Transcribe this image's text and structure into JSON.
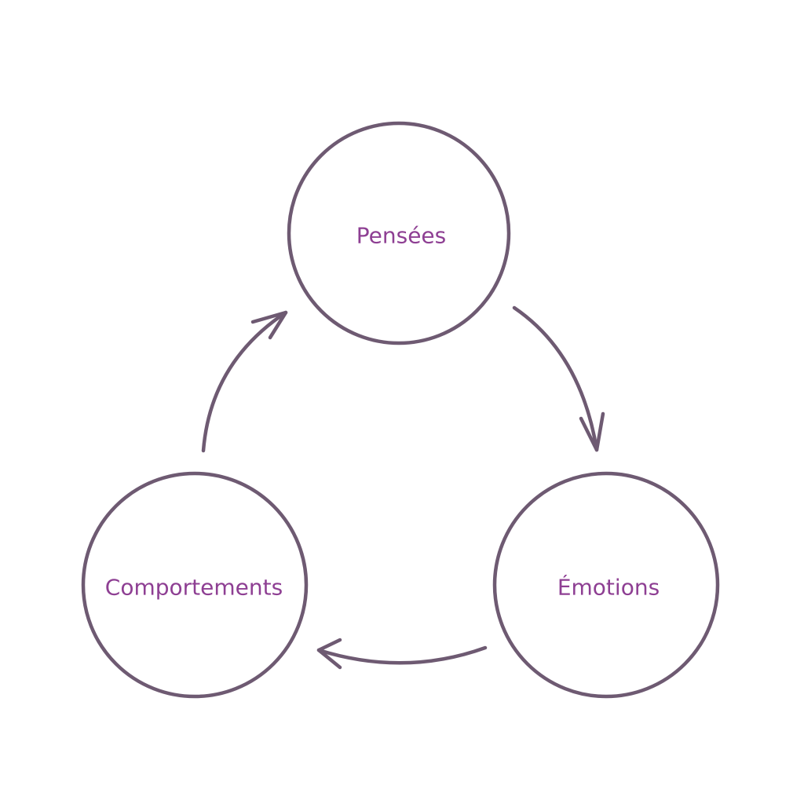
{
  "nodes": [
    {
      "id": "pensees",
      "label": "Pensées"
    },
    {
      "id": "emotions",
      "label": "Émotions"
    },
    {
      "id": "comportements",
      "label": "Comportements"
    }
  ],
  "edges": [
    {
      "from": "pensees",
      "to": "emotions"
    },
    {
      "from": "emotions",
      "to": "comportements"
    },
    {
      "from": "comportements",
      "to": "pensees"
    }
  ],
  "colors": {
    "stroke": "#6e5a72",
    "text": "#8e3f93",
    "background": "#ffffff"
  }
}
